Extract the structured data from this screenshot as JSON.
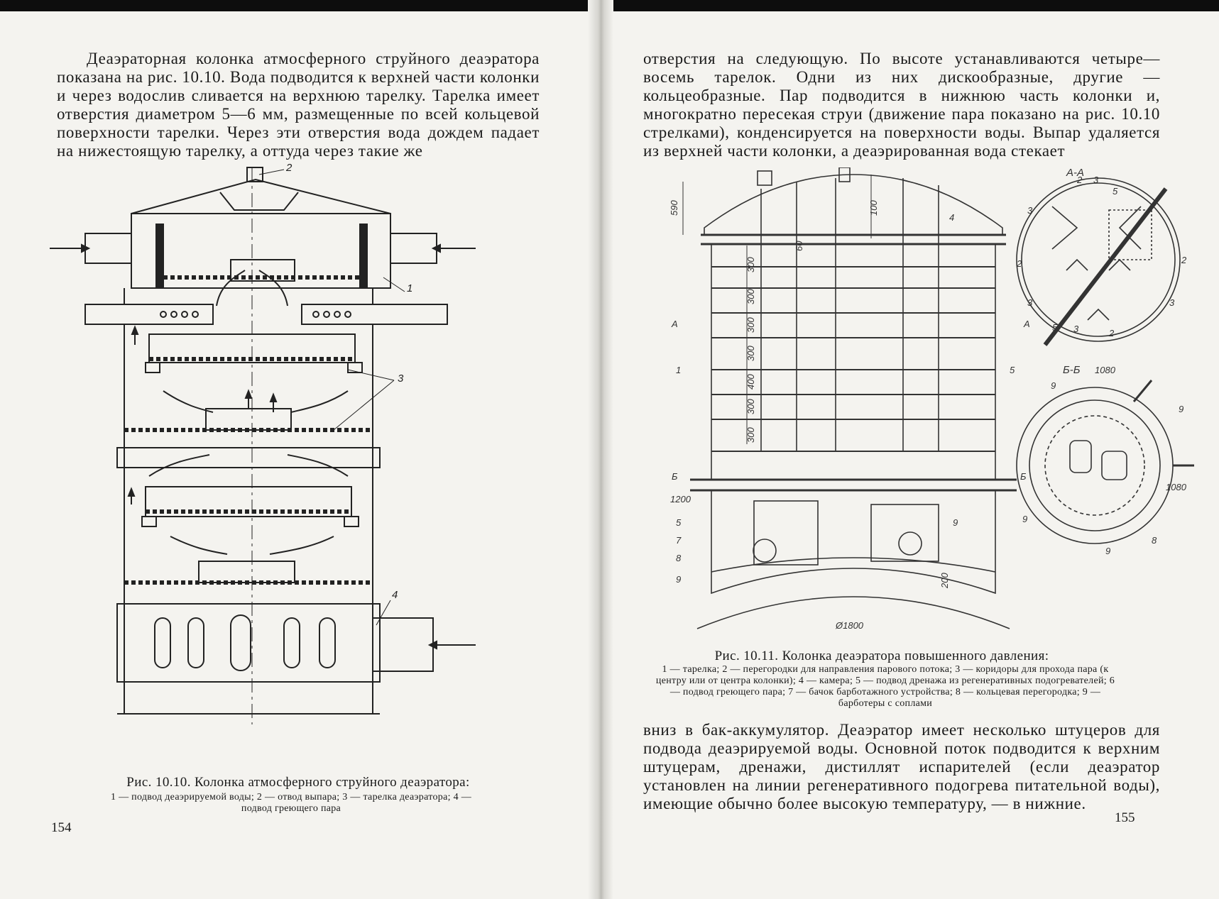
{
  "left_page": {
    "paragraph": "Деаэраторная колонка атмосферного струйного деаэратора показана на рис. 10.10. Вода подводится к верхней части колонки и через водослив сливается на верхнюю тарелку. Тарелка имеет отверстия диаметром 5—6 мм, размещенные по всей кольцевой поверхности тарелки. Через эти отверстия вода дождем падает на нижестоящую тарелку, а оттуда через такие же",
    "figure": {
      "callouts": [
        "1",
        "2",
        "3",
        "4"
      ]
    },
    "caption_title": "Рис. 10.10. Колонка атмосферного струйного деаэратора:",
    "caption_legend": "1 — подвод деаэрируемой воды; 2 — отвод выпара; 3 — тарелка деаэратора; 4 — подвод греющего пара",
    "page_number": "154"
  },
  "right_page": {
    "paragraph_top": "отверстия на следующую. По высоте устанавливаются четыре—восемь тарелок. Одни из них дискообразные, другие — кольцеобразные. Пар подводится в нижнюю часть колонки и, многократно пересекая струи (движение пара показано на рис. 10.10 стрелками), конденсируется на поверхности воды. Выпар удаляется из верхней части колонки, а деаэрированная вода стекает",
    "figure": {
      "section_aa": "А-А",
      "section_bb": "Б-Б",
      "dims": [
        "590",
        "100",
        "300",
        "60",
        "300",
        "300",
        "300",
        "400",
        "300",
        "300",
        "1200",
        "200",
        "Ø1800",
        "1080",
        "1080"
      ],
      "section_marks": [
        "А",
        "А",
        "Б",
        "Б"
      ],
      "callouts_main": [
        "4",
        "1",
        "5",
        "5",
        "7",
        "8",
        "9",
        "9"
      ],
      "callouts_aa": [
        "2",
        "3",
        "5",
        "3",
        "2",
        "2",
        "3",
        "3",
        "5",
        "3",
        "2"
      ],
      "callouts_bb": [
        "9",
        "9",
        "9",
        "8",
        "9"
      ]
    },
    "caption_title": "Рис. 10.11. Колонка деаэратора повышенного давления:",
    "caption_legend": "1 — тарелка; 2 — перегородки для направления парового потока; 3 — коридоры для прохода пара (к центру или от центра колонки); 4 — камера; 5 — подвод дренажа из регенеративных подогревателей; 6 — подвод греющего пара; 7 — бачок барботажного устройства; 8 — кольцевая перегородка; 9 — барботеры с соплами",
    "paragraph_bottom": "вниз в бак-аккумулятор. Деаэратор имеет несколько штуцеров для подвода деаэрируемой воды. Основной поток подводится к верхним штуцерам, дренажи, дистиллят испарителей (если деаэратор установлен на линии регенеративного подогрева питательной воды), имеющие обычно более высокую температуру, — в нижние.",
    "page_number": "155"
  }
}
